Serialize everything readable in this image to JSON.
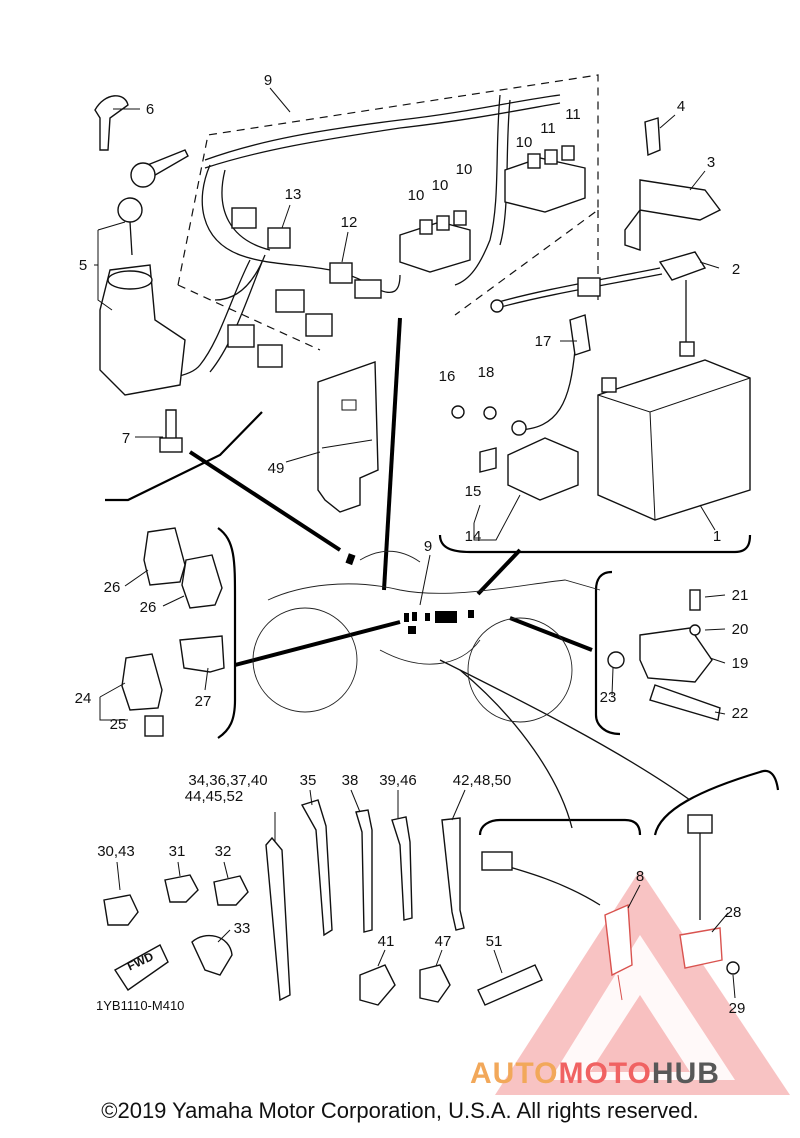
{
  "callouts": [
    {
      "id": "c1",
      "text": "1"
    },
    {
      "id": "c2",
      "text": "2"
    },
    {
      "id": "c3",
      "text": "3"
    },
    {
      "id": "c4",
      "text": "4"
    },
    {
      "id": "c5",
      "text": "5"
    },
    {
      "id": "c6",
      "text": "6"
    },
    {
      "id": "c7",
      "text": "7"
    },
    {
      "id": "c8",
      "text": "8"
    },
    {
      "id": "c9a",
      "text": "9"
    },
    {
      "id": "c9b",
      "text": "9"
    },
    {
      "id": "c10a",
      "text": "10"
    },
    {
      "id": "c10b",
      "text": "10"
    },
    {
      "id": "c10c",
      "text": "10"
    },
    {
      "id": "c10d",
      "text": "10"
    },
    {
      "id": "c11a",
      "text": "11"
    },
    {
      "id": "c11b",
      "text": "11"
    },
    {
      "id": "c12",
      "text": "12"
    },
    {
      "id": "c13",
      "text": "13"
    },
    {
      "id": "c14",
      "text": "14"
    },
    {
      "id": "c15",
      "text": "15"
    },
    {
      "id": "c16",
      "text": "16"
    },
    {
      "id": "c17",
      "text": "17"
    },
    {
      "id": "c18",
      "text": "18"
    },
    {
      "id": "c19",
      "text": "19"
    },
    {
      "id": "c20",
      "text": "20"
    },
    {
      "id": "c21",
      "text": "21"
    },
    {
      "id": "c22",
      "text": "22"
    },
    {
      "id": "c23",
      "text": "23"
    },
    {
      "id": "c24",
      "text": "24"
    },
    {
      "id": "c25",
      "text": "25"
    },
    {
      "id": "c26a",
      "text": "26"
    },
    {
      "id": "c26b",
      "text": "26"
    },
    {
      "id": "c27",
      "text": "27"
    },
    {
      "id": "c28",
      "text": "28"
    },
    {
      "id": "c29",
      "text": "29"
    },
    {
      "id": "c30",
      "text": "30,43"
    },
    {
      "id": "c31",
      "text": "31"
    },
    {
      "id": "c32",
      "text": "32"
    },
    {
      "id": "c33",
      "text": "33"
    },
    {
      "id": "c34",
      "text": "34,36,37,40"
    },
    {
      "id": "c34b",
      "text": "44,45,52"
    },
    {
      "id": "c35",
      "text": "35"
    },
    {
      "id": "c38",
      "text": "38"
    },
    {
      "id": "c39",
      "text": "39,46"
    },
    {
      "id": "c42",
      "text": "42,48,50"
    },
    {
      "id": "c41",
      "text": "41"
    },
    {
      "id": "c47",
      "text": "47"
    },
    {
      "id": "c49",
      "text": "49"
    },
    {
      "id": "c51",
      "text": "51"
    }
  ],
  "fwd_label": "FWD",
  "diagram_code": "1YB1110-M410",
  "copyright": "©2019 Yamaha Motor Corporation, U.S.A. All rights reserved.",
  "watermark": {
    "part1": "AUTO",
    "part2": "MOTO",
    "part3": "HUB",
    "color1": "#f2a85a",
    "color2": "#f06262",
    "color3": "#585858"
  }
}
